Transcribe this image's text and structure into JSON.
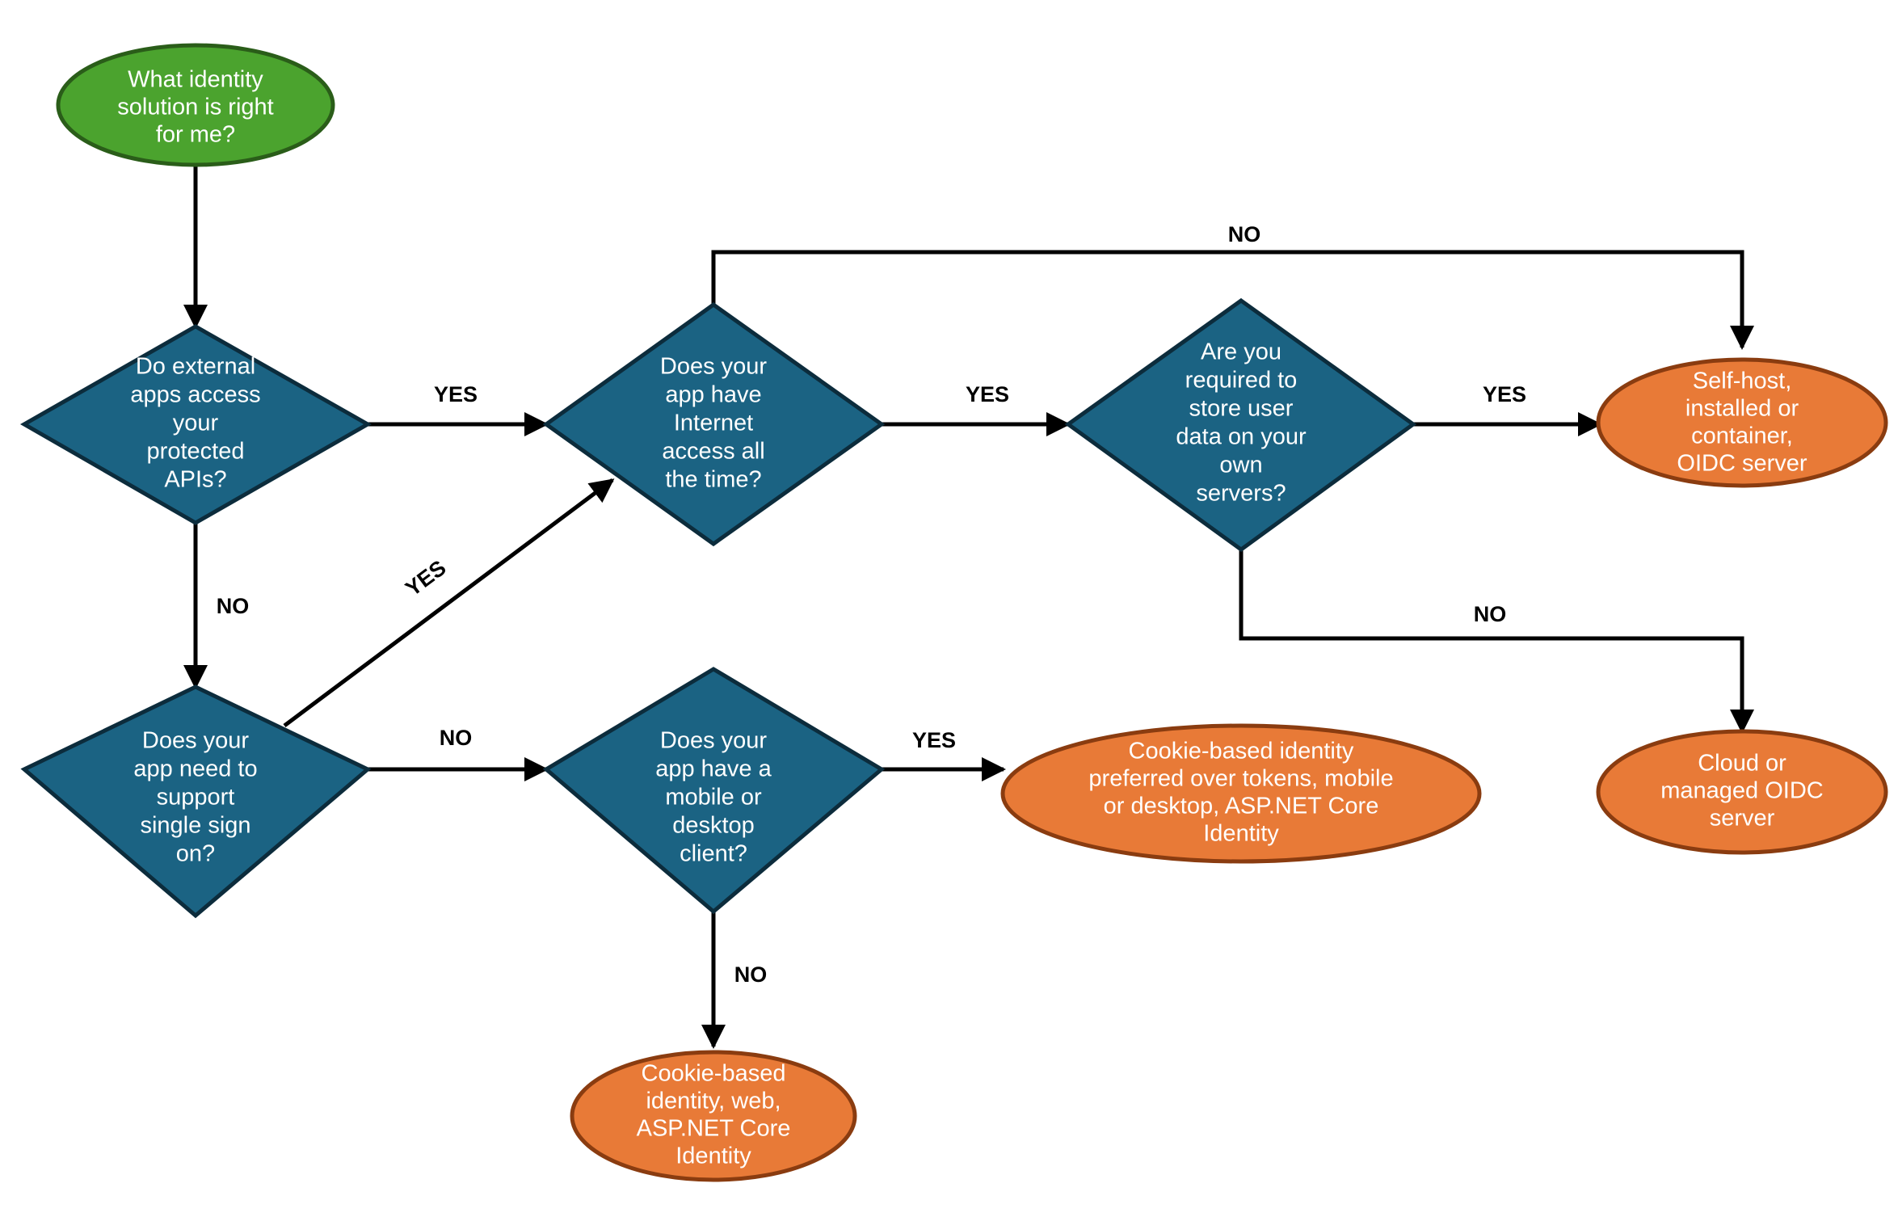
{
  "diagram": {
    "title": "Identity solution decision flowchart",
    "background": "#ffffff",
    "colors": {
      "start_fill": "#4ba32e",
      "start_stroke": "#2a5d19",
      "decision_fill": "#1b6383",
      "decision_stroke": "#0c2c3c",
      "terminal_fill": "#e87a37",
      "terminal_stroke": "#8a3c10",
      "edge": "#000000",
      "node_text": "#ffffff",
      "edge_label_text": "#000000"
    }
  },
  "nodes": {
    "start": {
      "id": "start",
      "shape": "ellipse",
      "lines": [
        "What identity",
        "solution is right",
        "for me?"
      ]
    },
    "d_external_apis": {
      "id": "d_external_apis",
      "shape": "diamond",
      "lines": [
        "Do external",
        "apps access",
        "your",
        "protected",
        "APIs?"
      ]
    },
    "d_sso": {
      "id": "d_sso",
      "shape": "diamond",
      "lines": [
        "Does your",
        "app need to",
        "support",
        "single sign",
        "on?"
      ]
    },
    "d_internet": {
      "id": "d_internet",
      "shape": "diamond",
      "lines": [
        "Does your",
        "app have",
        "Internet",
        "access all",
        "the time?"
      ]
    },
    "d_store_data": {
      "id": "d_store_data",
      "shape": "diamond",
      "lines": [
        "Are you",
        "required to",
        "store user",
        "data on your",
        "own",
        "servers?"
      ]
    },
    "d_mobile_desktop": {
      "id": "d_mobile_desktop",
      "shape": "diamond",
      "lines": [
        "Does your",
        "app have a",
        "mobile or",
        "desktop",
        "client?"
      ]
    },
    "t_selfhost": {
      "id": "t_selfhost",
      "shape": "ellipse",
      "lines": [
        "Self-host,",
        "installed or",
        "container,",
        "OIDC server"
      ]
    },
    "t_cloud": {
      "id": "t_cloud",
      "shape": "ellipse",
      "lines": [
        "Cloud or",
        "managed OIDC",
        "server"
      ]
    },
    "t_cookie_mobile": {
      "id": "t_cookie_mobile",
      "shape": "ellipse",
      "lines": [
        "Cookie-based identity",
        "preferred over tokens, mobile",
        "or desktop, ASP.NET Core",
        "Identity"
      ]
    },
    "t_cookie_web": {
      "id": "t_cookie_web",
      "shape": "ellipse",
      "lines": [
        "Cookie-based",
        "identity, web,",
        "ASP.NET Core",
        "Identity"
      ]
    }
  },
  "edges": [
    {
      "id": "e_start_to_external",
      "from": "start",
      "to": "d_external_apis",
      "label": ""
    },
    {
      "id": "e_external_yes",
      "from": "d_external_apis",
      "to": "d_internet",
      "label": "YES"
    },
    {
      "id": "e_external_no",
      "from": "d_external_apis",
      "to": "d_sso",
      "label": "NO"
    },
    {
      "id": "e_sso_yes",
      "from": "d_sso",
      "to": "d_internet",
      "label": "YES"
    },
    {
      "id": "e_sso_no",
      "from": "d_sso",
      "to": "d_mobile_desktop",
      "label": "NO"
    },
    {
      "id": "e_internet_yes",
      "from": "d_internet",
      "to": "d_store_data",
      "label": "YES"
    },
    {
      "id": "e_internet_no",
      "from": "d_internet",
      "to": "t_selfhost",
      "label": "NO"
    },
    {
      "id": "e_store_yes",
      "from": "d_store_data",
      "to": "t_selfhost",
      "label": "YES"
    },
    {
      "id": "e_store_no",
      "from": "d_store_data",
      "to": "t_cloud",
      "label": "NO"
    },
    {
      "id": "e_mobile_yes",
      "from": "d_mobile_desktop",
      "to": "t_cookie_mobile",
      "label": "YES"
    },
    {
      "id": "e_mobile_no",
      "from": "d_mobile_desktop",
      "to": "t_cookie_web",
      "label": "NO"
    }
  ],
  "edge_labels": {
    "yes": "YES",
    "no": "NO"
  }
}
